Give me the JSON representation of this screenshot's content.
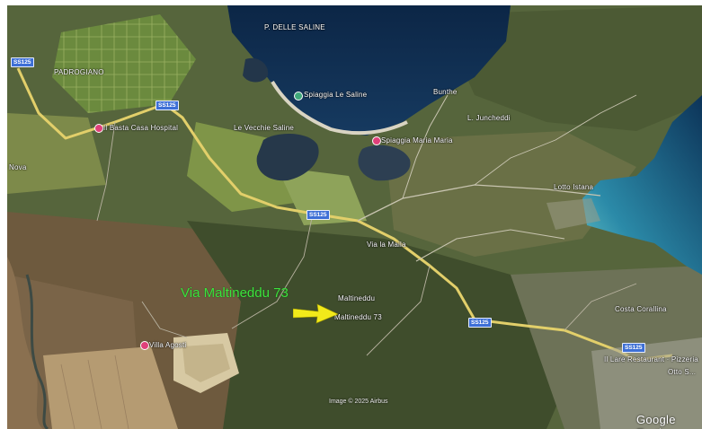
{
  "annotation": "Via Maltineddu 73",
  "credit": "Image © 2025 Airbus",
  "logo": "Google Earth",
  "places": {
    "porto_pelle_saline": "P. DELLE SALINE",
    "padrogiano": "PADROGIANO",
    "le_vecchie_saline": "Le Vecchie Saline",
    "spiaggia": "Spiaggia Le Saline",
    "punta_maria": "Spiaggia Maria Maria",
    "bunthe": "Bunthe",
    "juncheddi": "L. Juncheddi",
    "lotto_istana": "Lotto Istana",
    "nova": "Nova",
    "via_maria": "Via la Maila",
    "maltineddu": "Maltineddu",
    "maltineddu_73": "Maltineddu 73",
    "costa_corallina": "Costa Corallina",
    "villa_agosti": "Villa Agosti",
    "basta_casa": "Il Basta Casa Hospital",
    "lare_restaurant": "Il Lare Restaurant · Pizzeria",
    "otto": "Otto S..."
  },
  "roads": {
    "s1": "SS125",
    "s2": "SS125",
    "s3": "SS125",
    "s4": "SS125",
    "s5": "SS125"
  },
  "colors": {
    "annotation": "#3ee23e",
    "arrow": "#f2ea1a",
    "road": "#e2cf6a",
    "sea": "#0f2d52",
    "lagoon": "#26384a",
    "shield": "#3d6fd6",
    "pin": "#e0407a"
  },
  "icons": [
    "pin-icon",
    "arrow-icon"
  ]
}
